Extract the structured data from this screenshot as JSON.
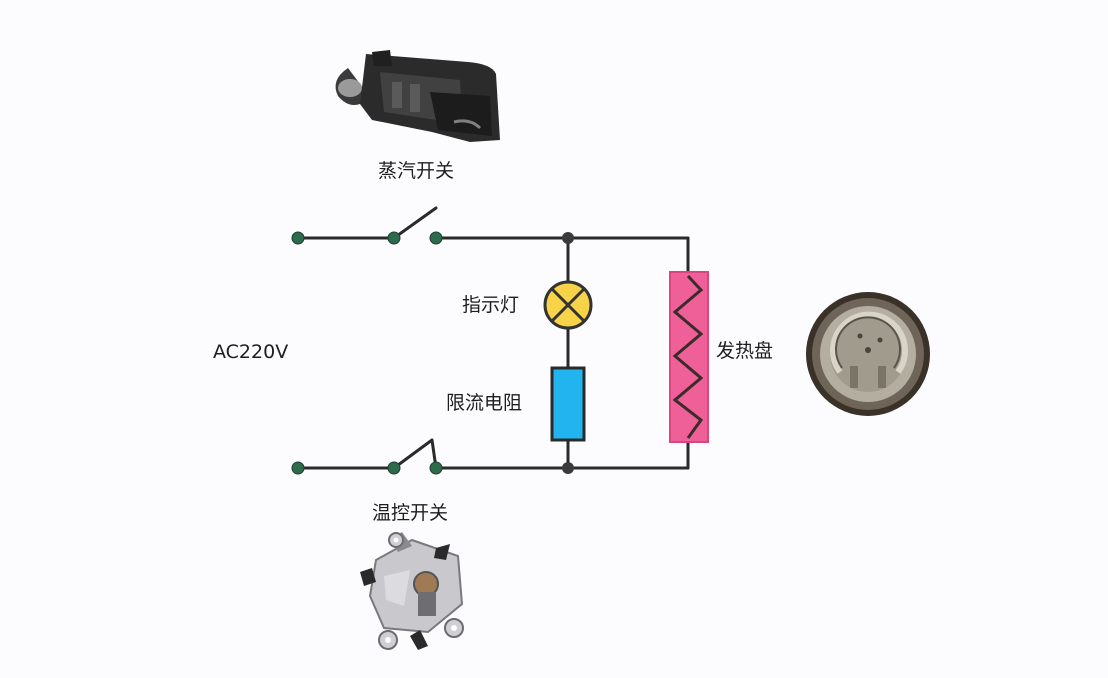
{
  "labels": {
    "steam_switch": "蒸汽开关",
    "thermostat_switch": "温控开关",
    "power_source": "AC220V",
    "indicator_lamp": "指示灯",
    "current_limit_resistor": "限流电阻",
    "heating_plate": "发热盘"
  },
  "colors": {
    "wire": "#2a2a2a",
    "terminal": "#2e6b4c",
    "junction": "#3a3a3a",
    "lamp_fill": "#f7d34a",
    "lamp_stroke": "#333333",
    "resistor_fill": "#21b4ee",
    "heater_fill": "#ef5f98",
    "heater_zigzag": "#3a2c2c"
  }
}
